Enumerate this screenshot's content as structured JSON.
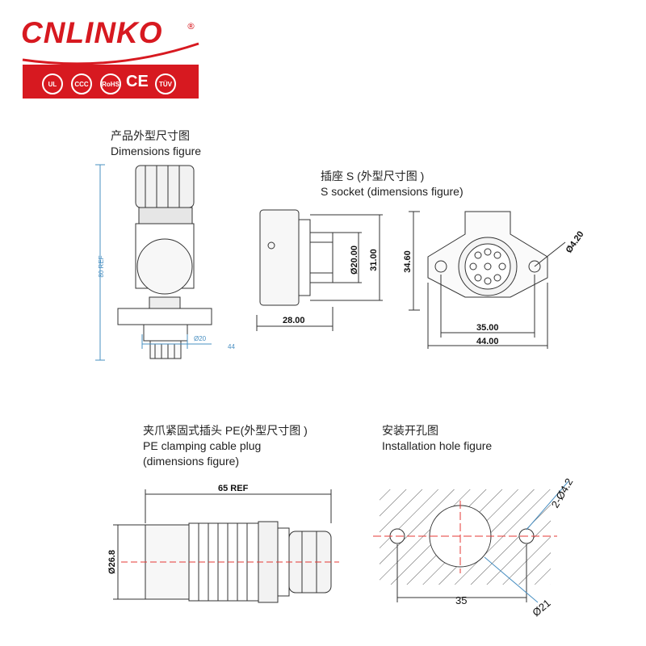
{
  "logo": {
    "brand": "CNLINKO",
    "registered": "®",
    "certifications": [
      "UL",
      "CCC",
      "RoHS",
      "CE",
      "TÜV"
    ]
  },
  "panels": {
    "dimensions": {
      "zh": "产品外型尺寸图",
      "en": "Dimensions figure",
      "labels": {
        "height": "80 REF",
        "dia": "Ø20",
        "width": "44"
      }
    },
    "socket": {
      "zh": "插座 S (外型尺寸图 )",
      "en": "S socket (dimensions figure)",
      "labels": {
        "d20": "Ø20.00",
        "h31": "31.00",
        "l28": "28.00",
        "h34": "34.60",
        "hole": "Ø4.20",
        "w35": "35.00",
        "w44": "44.00"
      }
    },
    "plug": {
      "zh": "夹爪紧固式插头 PE(外型尺寸图 )",
      "en1": "PE clamping cable plug",
      "en2": "(dimensions figure)",
      "labels": {
        "len": "65 REF",
        "dia": "Ø26.8"
      }
    },
    "install": {
      "zh": "安装开孔图",
      "en": "Installation hole figure",
      "labels": {
        "holes": "2-Ø4.2",
        "pitch": "35",
        "dia": "Ø21"
      }
    }
  },
  "colors": {
    "brand_red": "#d71920",
    "dim_blue": "#4a90c2",
    "center_line": "#e53935"
  }
}
